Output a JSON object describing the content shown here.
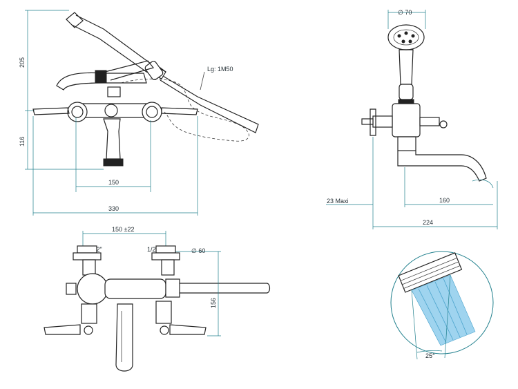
{
  "labels": {
    "hose": "Lg: 1M50",
    "dim_205": "205",
    "dim_116": "116",
    "dim_150_front": "150",
    "dim_330": "330",
    "dim_diam70": "∅ 70",
    "dim_23maxi": "23  Maxi",
    "dim_160": "160",
    "dim_224": "224",
    "dim_150_22": "150 ±22",
    "thread_left": "1/2\"",
    "thread_right": "1/2\"",
    "dim_diam60": "∅ 60",
    "dim_156": "156",
    "angle": "25°"
  },
  "colors": {
    "dimension": "#1f7f8c",
    "line": "#222222",
    "water": "#9fd4ef"
  }
}
